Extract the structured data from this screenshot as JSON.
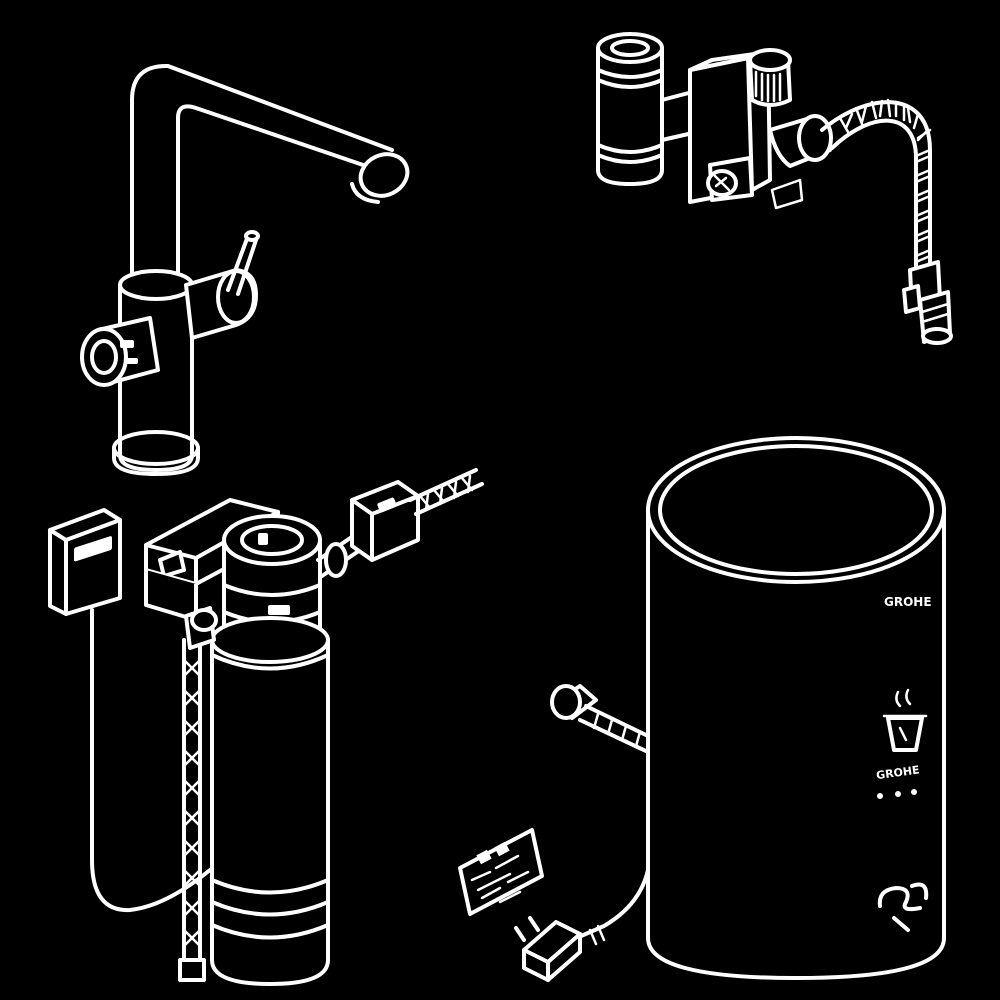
{
  "labels": {
    "remote_brand": "GROHE",
    "boiler_brand": "GROHE",
    "boiler_sticker_brand": "GROHE"
  },
  "colors": {
    "background": "#000000",
    "line": "#ffffff"
  }
}
